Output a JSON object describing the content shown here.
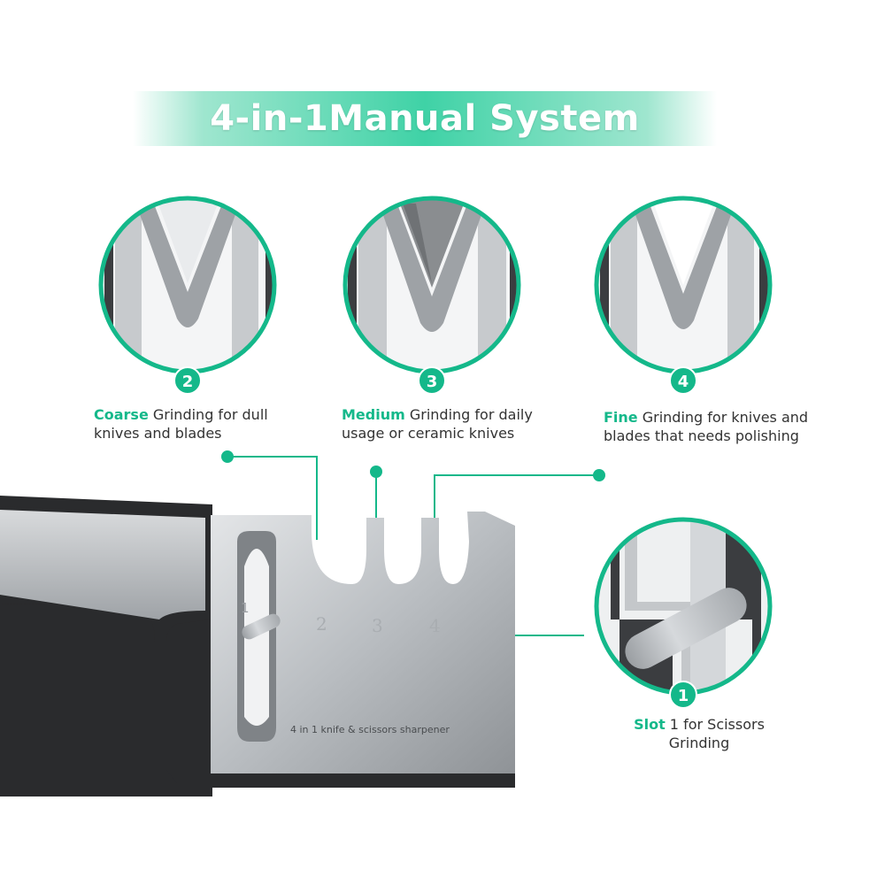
{
  "title": "4-in-1Manual System",
  "colors": {
    "accent": "#14b88a",
    "accent_light": "#3fd2a6",
    "steel": "#b9bcbf",
    "handle_dark": "#2a2b2d"
  },
  "slots": [
    {
      "badge": "2",
      "keyword": "Coarse",
      "text": " Grinding for dull knives and blades"
    },
    {
      "badge": "3",
      "keyword": "Medium",
      "text": " Grinding for daily usage or ceramic knives"
    },
    {
      "badge": "4",
      "keyword": "Fine",
      "text": " Grinding for knives and blades that needs polishing"
    },
    {
      "badge": "1",
      "keyword": "Slot",
      "text": " 1 for Scissors Grinding"
    }
  ],
  "product": {
    "engraving": "4 in 1 knife & scissors sharpener",
    "slot_numbers": [
      "1",
      "2",
      "3",
      "4"
    ]
  }
}
